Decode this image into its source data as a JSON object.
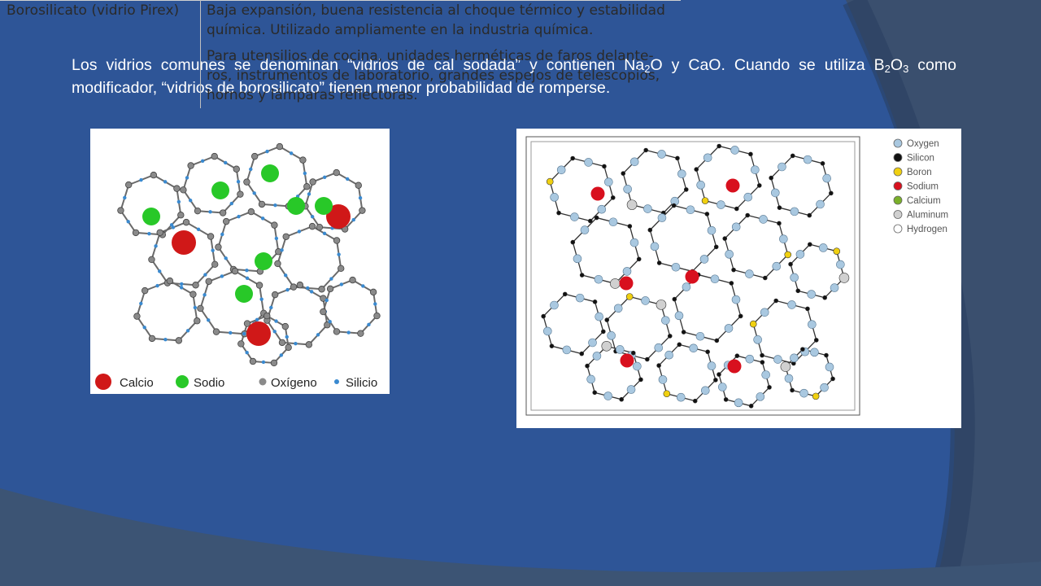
{
  "slide": {
    "paragraph": {
      "p1": "Los vidrios comunes se denominan “vidrios de cal sodada” y contienen Na",
      "s1": "2",
      "p2": "O y CaO. Cuando se utiliza B",
      "s2": "2",
      "p3": "O",
      "s3": "3",
      "p4": " como modificador, “vidrios de borosilicato” tienen menor probabilidad  de romperse."
    }
  },
  "left_diagram": {
    "legend": {
      "calcio": "Calcio",
      "sodio": "Sodio",
      "oxigeno": "Oxígeno",
      "silicio": "Silicio"
    },
    "colors": {
      "calcio": "#d01818",
      "sodio": "#28c828",
      "oxigeno": "#8a8a8a",
      "silicio": "#3a8ad0"
    }
  },
  "right_diagram": {
    "legend": [
      {
        "label": "Oxygen",
        "color": "#a9c8e0"
      },
      {
        "label": "Silicon",
        "color": "#111111"
      },
      {
        "label": "Boron",
        "color": "#f0d010"
      },
      {
        "label": "Sodium",
        "color": "#d8101e"
      },
      {
        "label": "Calcium",
        "color": "#7ab02a"
      },
      {
        "label": "Aluminum",
        "color": "#d0d0d0"
      },
      {
        "label": "Hydrogen",
        "color": "#ffffff"
      }
    ]
  },
  "table": {
    "name": "Borosilicato (vidrio Pirex)",
    "desc1": "Baja expansión, buena resistencia al choque térmico y estabilidad química. Utilizado ampliamente en la industria química.",
    "desc2": "Para utensilios de cocina, unidades herméticas de faros delante- ros, instrumentos de laboratorio, grandes espejos de telescopios, hornos y lámparas reflectoras."
  }
}
